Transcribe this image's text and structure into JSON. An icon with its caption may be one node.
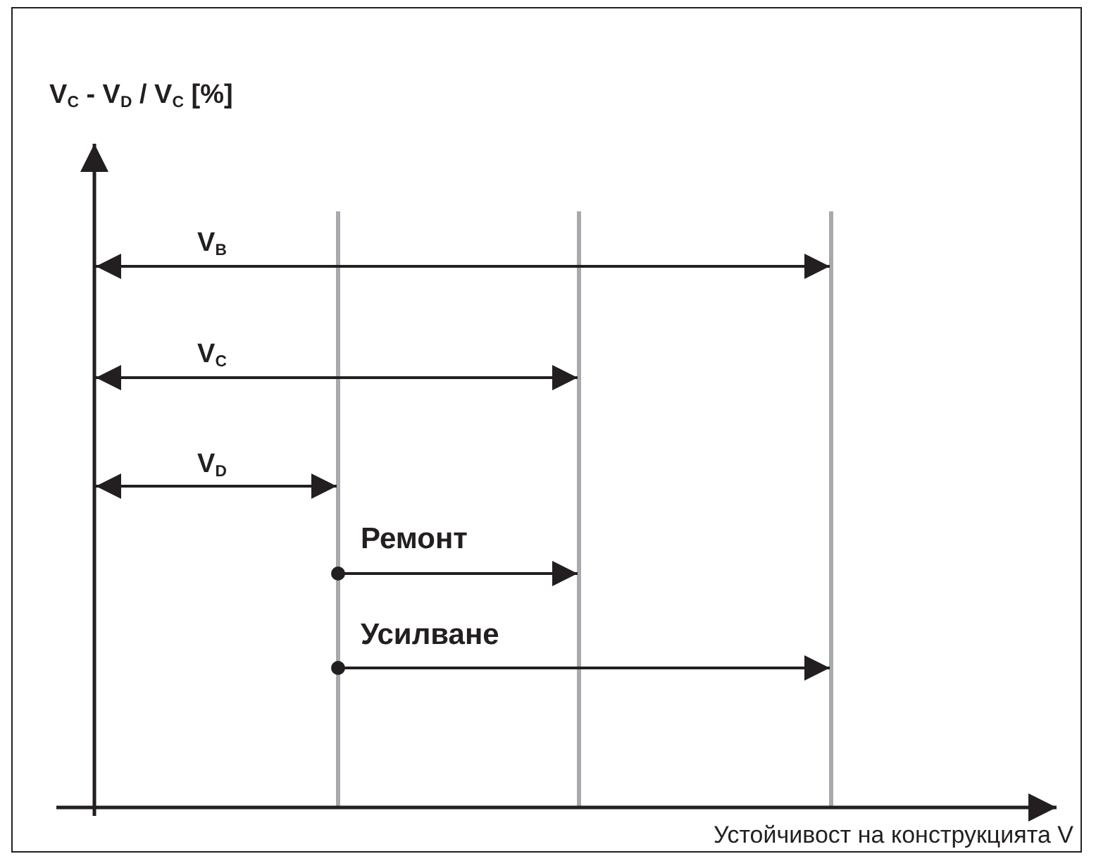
{
  "diagram": {
    "labels": [
      "V$_{C}$ - V$_{D}$ / V$_{C}$ [%]",
      "V$_{B}$",
      "V$_{C}$",
      "V$_{D}$",
      "Ремонт",
      "Усилване",
      "Устойчивост на конструкцията V"
    ]
  }
}
